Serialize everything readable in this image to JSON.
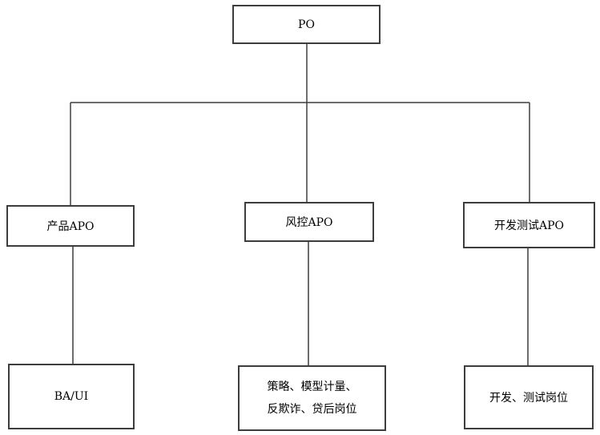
{
  "diagram": {
    "type": "org-chart",
    "root": {
      "label": "PO"
    },
    "level2": [
      {
        "label": "产品APO"
      },
      {
        "label": "风控APO"
      },
      {
        "label": "开发测试APO"
      }
    ],
    "level3": [
      {
        "label": "BA/UI"
      },
      {
        "lines": [
          "策略、模型计量、",
          "反欺诈、贷后岗位"
        ]
      },
      {
        "label": "开发、测试岗位"
      }
    ],
    "edges": [
      [
        "PO",
        "产品APO"
      ],
      [
        "PO",
        "风控APO"
      ],
      [
        "PO",
        "开发测试APO"
      ],
      [
        "产品APO",
        "BA/UI"
      ],
      [
        "风控APO",
        "策略、模型计量、反欺诈、贷后岗位"
      ],
      [
        "开发测试APO",
        "开发、测试岗位"
      ]
    ]
  },
  "style": {
    "line_color": "#3d3d3d",
    "box_border_color": "#3d3d3d",
    "background": "#ffffff"
  }
}
